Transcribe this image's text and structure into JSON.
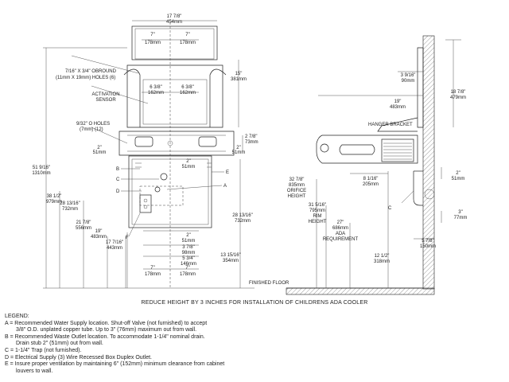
{
  "front_view": {
    "dims": {
      "overall_width": [
        "17 7/8\"",
        "454mm"
      ],
      "top_left_half": [
        "7\"",
        "178mm"
      ],
      "top_right_half": [
        "7\"",
        "178mm"
      ],
      "obround_holes": [
        "7/16\" X 3/4\" OBROUND",
        "(11mm X 19mm) HOLES (6)"
      ],
      "activation_sensor": [
        "ACTIVATION",
        "SENSOR"
      ],
      "sensor_left": [
        "6 3/8\"",
        "162mm"
      ],
      "sensor_right": [
        "6 3/8\"",
        "162mm"
      ],
      "height_15": [
        "15\"",
        "381mm"
      ],
      "o_holes": [
        "9/32\" O HOLES",
        "(7mm) (12)"
      ],
      "two_7_8": [
        "2 7/8\"",
        "73mm"
      ],
      "two_left": [
        "2\"",
        "51mm"
      ],
      "two_right": [
        "2\"",
        "51mm"
      ],
      "two_center": [
        "2\"",
        "51mm"
      ],
      "height_51": [
        "51 9/16\"",
        "1310mm"
      ],
      "height_38": [
        "38 1/2\"",
        "979mm"
      ],
      "height_28_left": [
        "28 13/16\"",
        "732mm"
      ],
      "height_21": [
        "21 7/8\"",
        "556mm"
      ],
      "height_19": [
        "19\"",
        "483mm"
      ],
      "height_17": [
        "17 7/16\"",
        "443mm"
      ],
      "height_28_right": [
        "28 13/16\"",
        "732mm"
      ],
      "two_bottom": [
        "2\"",
        "51mm"
      ],
      "three_7_8": [
        "3 7/8\"",
        "98mm"
      ],
      "five_3_4": [
        "5 3/4\"",
        "146mm"
      ],
      "height_13": [
        "13 15/16\"",
        "354mm"
      ],
      "bottom_left": [
        "7\"",
        "178mm"
      ],
      "bottom_right": [
        "7\"",
        "178mm"
      ]
    },
    "letters": {
      "a": "A",
      "b": "B",
      "c": "C",
      "d": "D",
      "e": "E",
      "f": "F"
    }
  },
  "side_view": {
    "dims": {
      "top_3": [
        "3 9/16\"",
        "90mm"
      ],
      "top_18_7_8": [
        "18 7/8\"",
        "479mm"
      ],
      "depth_19": [
        "19\"",
        "483mm"
      ],
      "hanger_bracket": "HANGER BRACKET",
      "two_right": [
        "2\"",
        "51mm"
      ],
      "orifice": [
        "32 7/8\"",
        "835mm",
        "ORIFICE",
        "HEIGHT"
      ],
      "eight": [
        "8 1/16\"",
        "205mm"
      ],
      "rim": [
        "31 5/16\"",
        "795mm",
        "RIM",
        "HEIGHT"
      ],
      "ada": [
        "27\"",
        "686mm",
        "ADA",
        "REQUIREMENT"
      ],
      "three_right": [
        "3\"",
        "77mm"
      ],
      "six": [
        "5 7/8\"",
        "150mm"
      ],
      "twelve": [
        "12 1/2\"",
        "318mm"
      ]
    },
    "letters": {
      "c": "C"
    },
    "finished_floor": "FINISHED FLOOR"
  },
  "caption": "REDUCE HEIGHT BY 3 INCHES FOR INSTALLATION OF CHILDRENS ADA COOLER",
  "legend": {
    "title": "LEGEND:",
    "a1": "A = Recommended Water Supply location. Shut-off Valve (not furnished) to accept",
    "a2": "3/8\" O.D. unplated copper tube. Up to 3\" (76mm) maximum out from wall.",
    "b1": "B = Recommended Waste Outlet location. To accommodate 1-1/4\" nominal drain.",
    "b2": "Drain stub 2\" (51mm) out from wall.",
    "c": "C = 1-1/4\" Trap (not furnished).",
    "d": "D = Electrical Supply (3) Wire Recessed Box Duplex Outlet.",
    "e1": "E = Insure proper ventilation by maintaining 6\" (152mm) minimum clearance from cabinet",
    "e2": "louvers to wall."
  }
}
